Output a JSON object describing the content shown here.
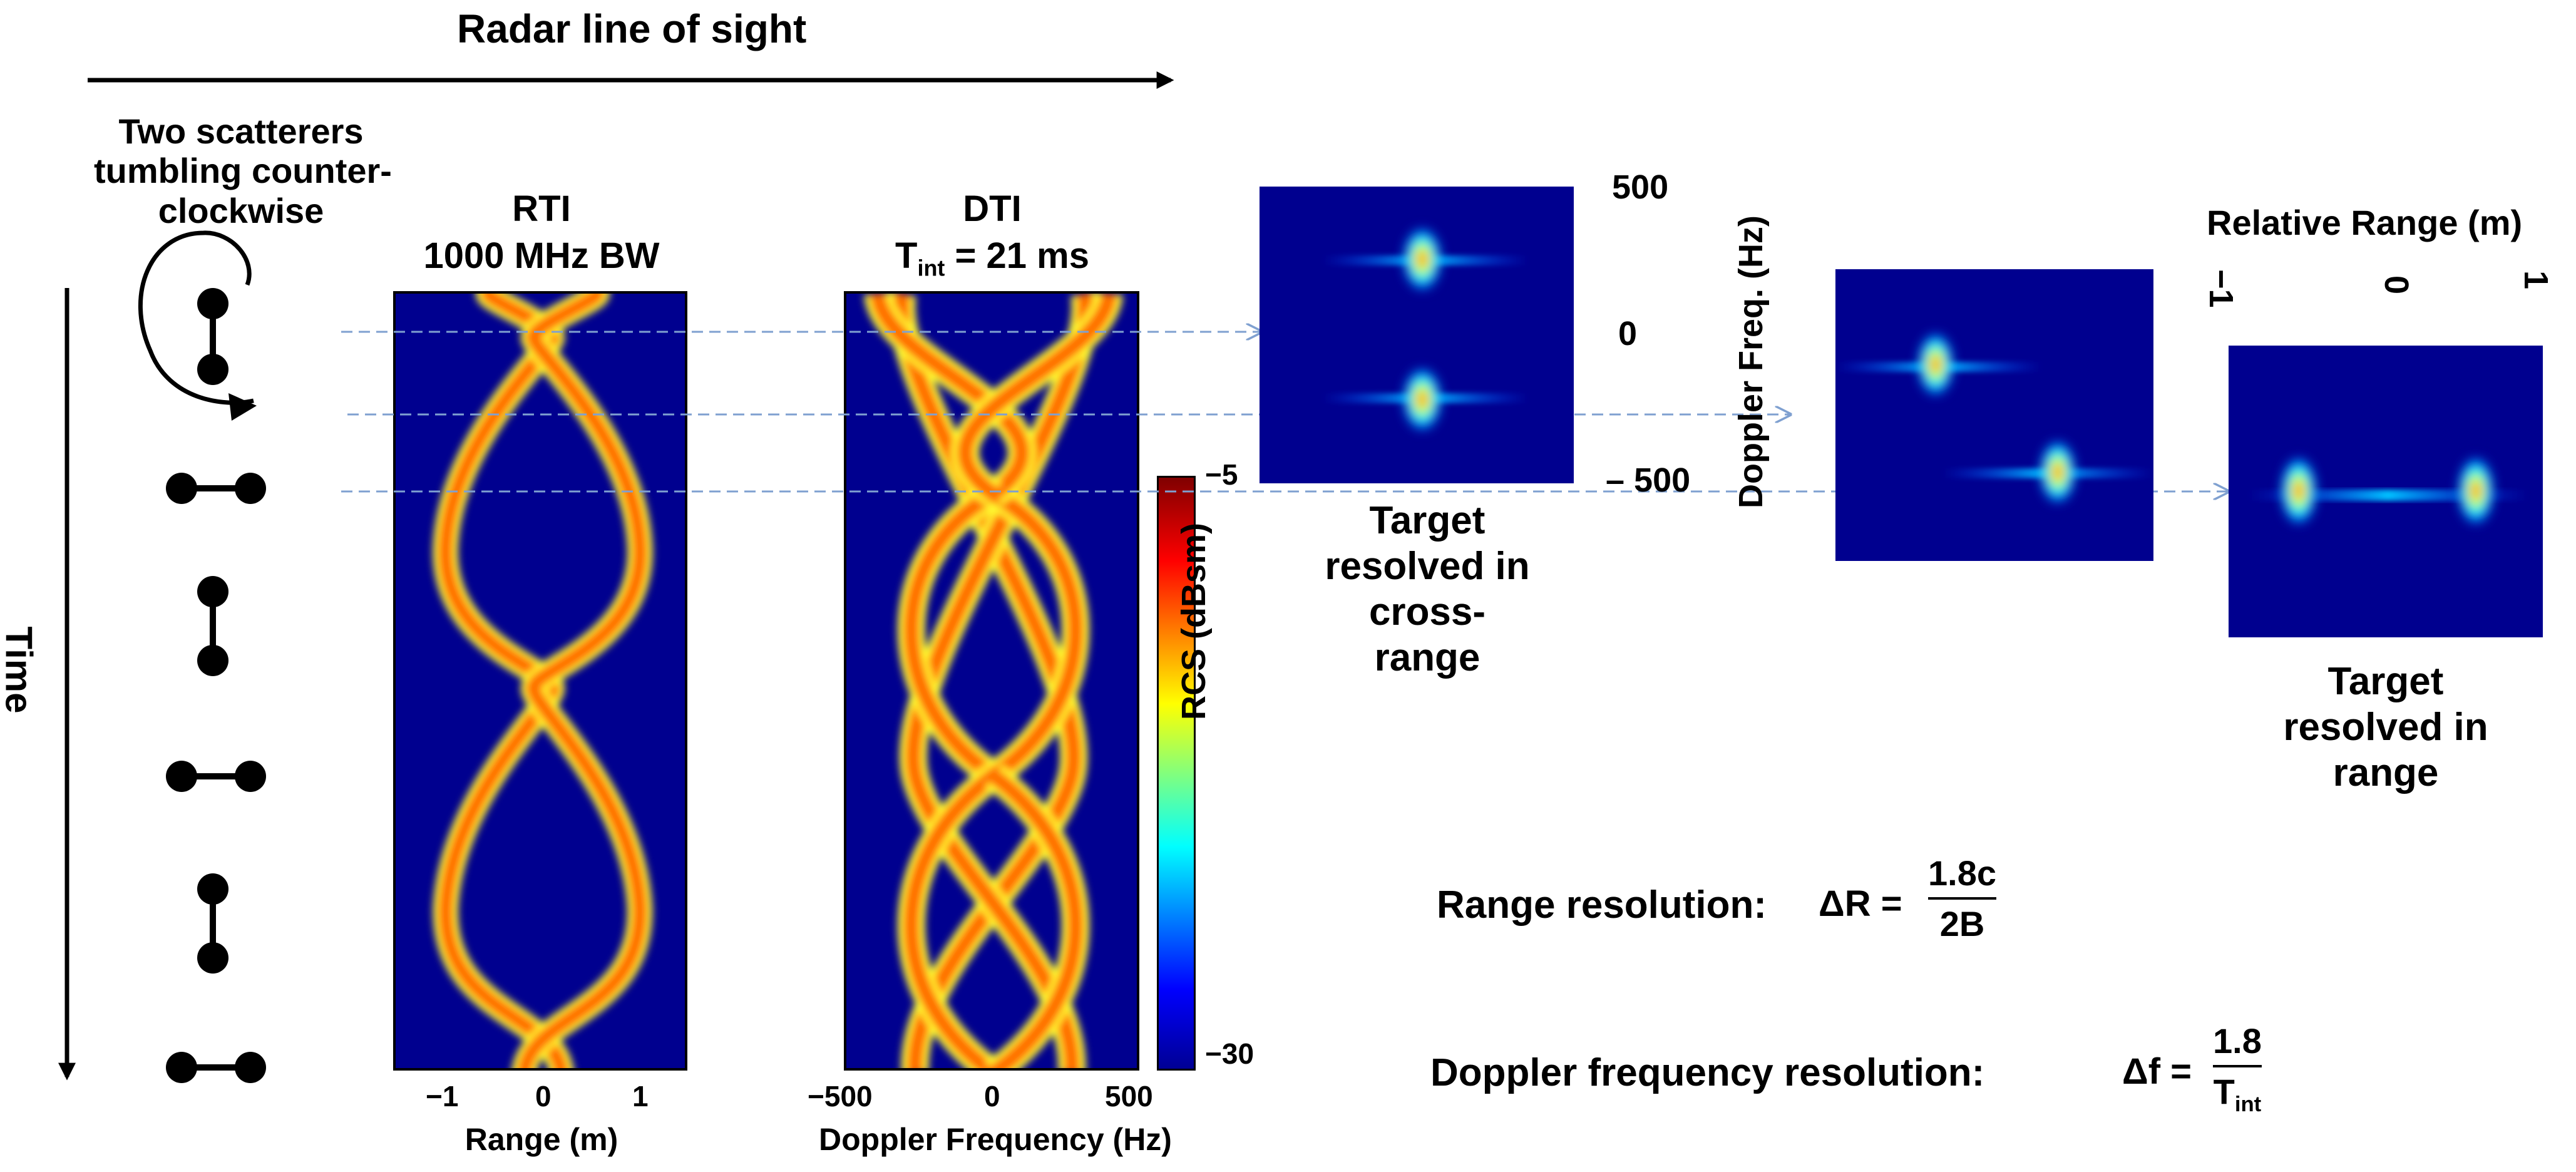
{
  "header": {
    "radar_los": "Radar line of sight",
    "time": "Time",
    "scatterers": [
      "Two scatterers",
      "tumbling counter-",
      "clockwise"
    ]
  },
  "rti": {
    "title": "RTI",
    "subtitle": "1000 MHz BW",
    "ticks": [
      "−1",
      "0",
      "1"
    ],
    "xlabel": "Range (m)"
  },
  "dti": {
    "title": "DTI",
    "subtitle_prefix": "T",
    "subtitle_sub": "int",
    "subtitle_suffix": " = 21 ms",
    "ticks": [
      "−500",
      "0",
      "500"
    ],
    "xlabel": "Doppler Frequency (Hz)"
  },
  "colorbar": {
    "max_label": "−5",
    "min_label": "−30",
    "label": "RCS (dBsm)",
    "colors": [
      "#00008f",
      "#0000ff",
      "#00ffff",
      "#ffff00",
      "#ff0000",
      "#800000"
    ]
  },
  "cross_range": {
    "ticks": [
      "500",
      "0",
      "– 500"
    ],
    "axis_label": "Doppler Freq. (Hz)",
    "caption": [
      "Target",
      "resolved in",
      "cross-",
      "range"
    ]
  },
  "range_resolved": {
    "axis_label": "Relative Range (m)",
    "ticks": [
      "−1",
      "0",
      "1"
    ],
    "caption": [
      "Target",
      "resolved in",
      "range"
    ]
  },
  "formulas": {
    "range_label": "Range resolution:",
    "range_lhs": "ΔR =",
    "range_num": "1.8c",
    "range_den": "2B",
    "doppler_label": "Doppler frequency resolution:",
    "doppler_lhs": "Δf =",
    "doppler_num": "1.8",
    "doppler_den_main": "T",
    "doppler_den_sub": "int"
  },
  "colors": {
    "background_blue": "#00008f",
    "arrow_blue": "#7fa0d0"
  }
}
